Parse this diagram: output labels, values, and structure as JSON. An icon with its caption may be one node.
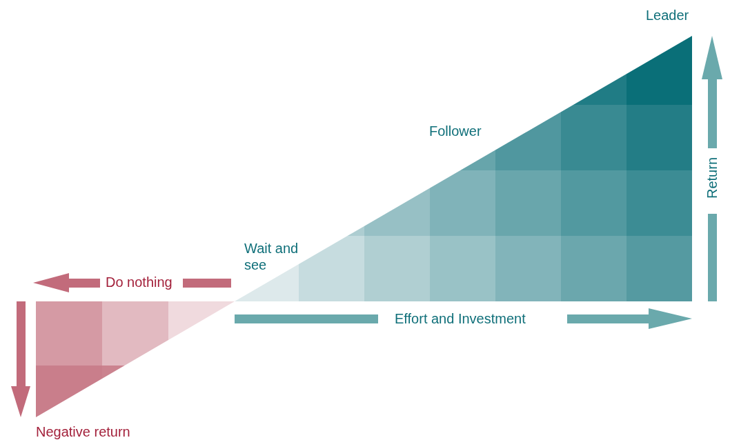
{
  "diagram": {
    "labels": [
      "Leader",
      "Follower",
      "Wait and see",
      "Do nothing",
      "Return",
      "Effort and Investment",
      "Negative return"
    ]
  }
}
